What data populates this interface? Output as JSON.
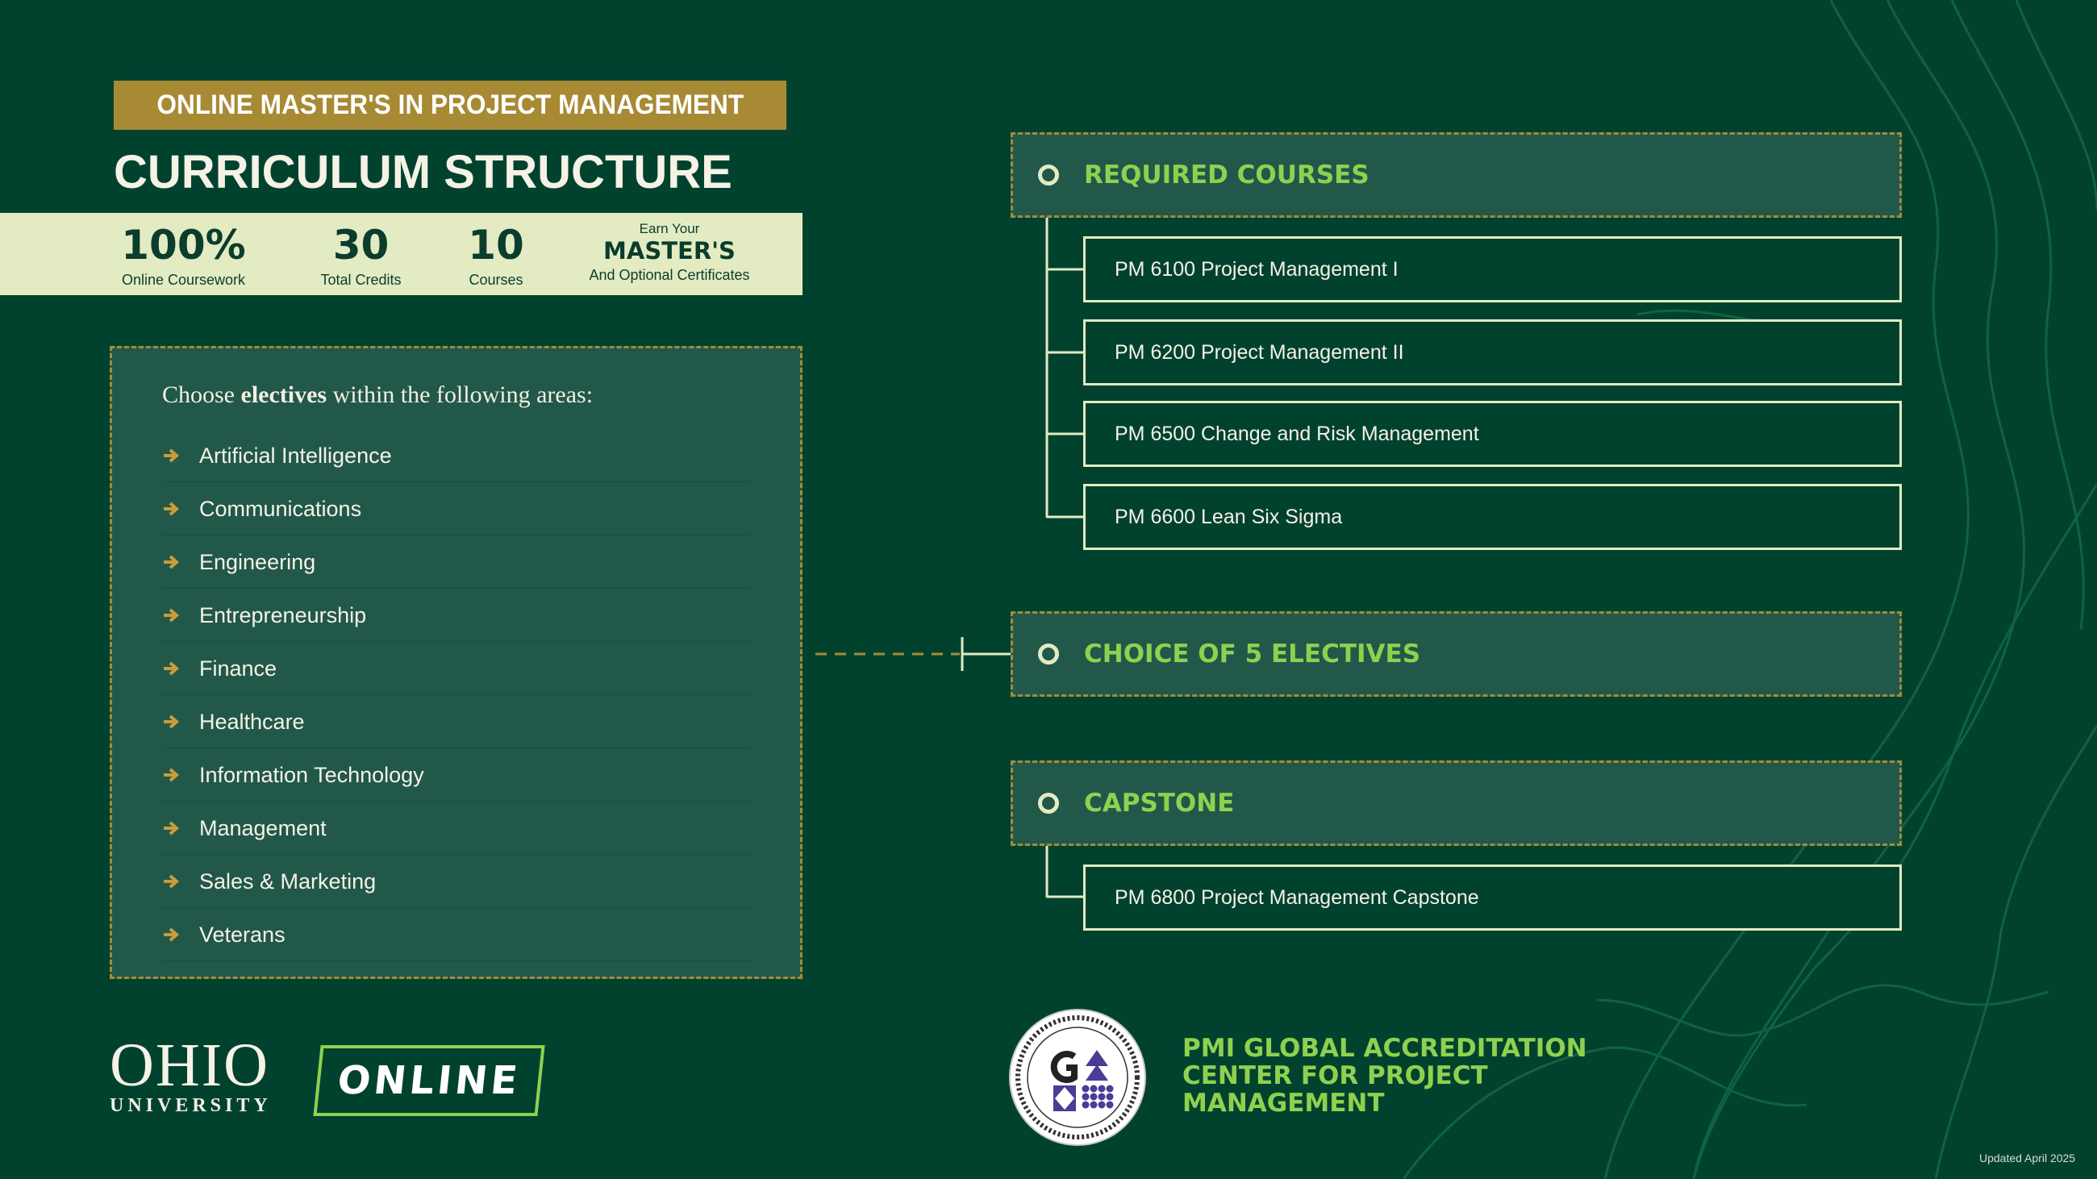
{
  "header": {
    "banner": "ONLINE MASTER'S IN PROJECT MANAGEMENT",
    "title": "CURRICULUM STRUCTURE"
  },
  "stats": [
    {
      "value": "100%",
      "label": "Online Coursework"
    },
    {
      "value": "30",
      "label": "Total Credits"
    },
    {
      "value": "10",
      "label": "Courses"
    },
    {
      "pre": "Earn Your",
      "value": "MASTER'S",
      "label": "And Optional Certificates"
    }
  ],
  "electives": {
    "intro_pre": "Choose ",
    "intro_bold": "electives",
    "intro_post": " within the following areas:",
    "items": [
      "Artificial Intelligence",
      "Communications",
      "Engineering",
      "Entrepreneurship",
      "Finance",
      "Healthcare",
      "Information Technology",
      "Management",
      "Sales & Marketing",
      "Veterans"
    ]
  },
  "sections": {
    "required": {
      "title": "REQUIRED COURSES",
      "courses": [
        "PM 6100  Project Management I",
        "PM 6200  Project Management II",
        "PM 6500  Change and Risk Management",
        "PM 6600  Lean Six Sigma"
      ]
    },
    "electives": {
      "title": "CHOICE OF 5 ELECTIVES"
    },
    "capstone": {
      "title": "CAPSTONE",
      "courses": [
        "PM 6800  Project Management Capstone"
      ]
    }
  },
  "logo": {
    "ohio": "OHIO",
    "university": "UNIVERSITY",
    "online": "ONLINE"
  },
  "accreditation": {
    "line1": "PMI GLOBAL ACCREDITATION",
    "line2": "CENTER FOR PROJECT",
    "line3": "MANAGEMENT",
    "seal_text": "PMI GLOBAL ACCREDITATION CENTER FOR PROJECT MANAGEMENT · ACCREDITED PROGRAM"
  },
  "footer": {
    "updated": "Updated April 2025"
  },
  "colors": {
    "bg": "#01422f",
    "gold": "#a88a35",
    "green": "#8fd14f",
    "cream": "#e3ebc3"
  }
}
